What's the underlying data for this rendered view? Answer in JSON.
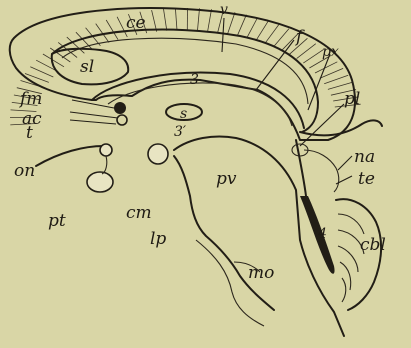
{
  "figure": {
    "labels": {
      "ce": "ce",
      "v": "v",
      "f": "f",
      "sl": "sl",
      "px": "px",
      "three": "3",
      "s": "s",
      "fm": "fm",
      "ac": "ac",
      "t": "t",
      "pl": "pl",
      "three_prime": "3′",
      "on": "on",
      "na": "na",
      "te": "te",
      "pt": "pt",
      "cm": "cm",
      "pv": "pv",
      "lp": "lp",
      "four": "4",
      "cbl": "cbl",
      "mo": "mo"
    }
  }
}
